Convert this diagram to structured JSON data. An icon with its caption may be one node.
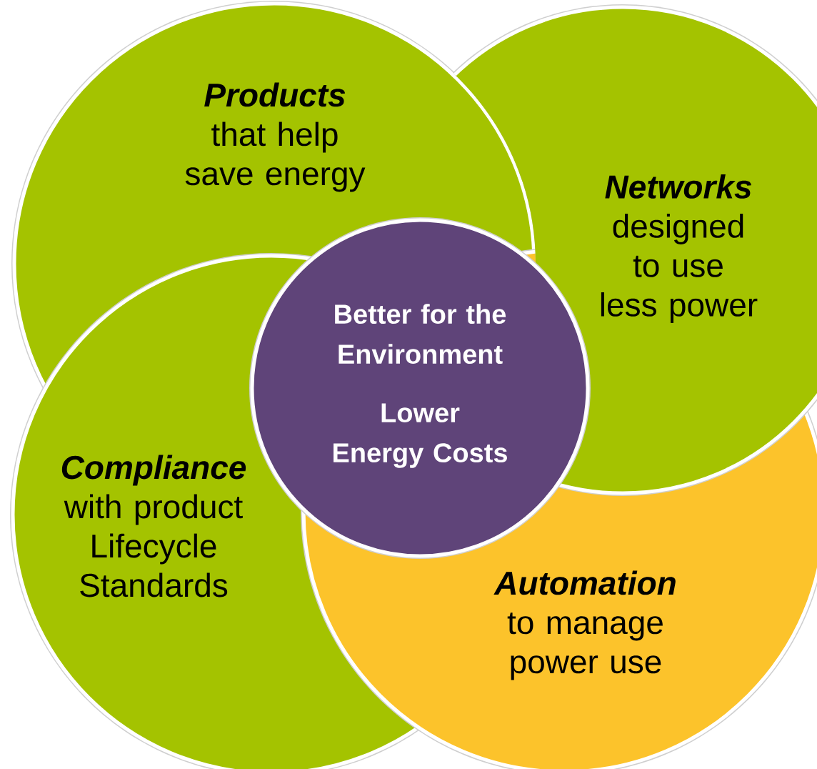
{
  "diagram": {
    "nodes": [
      {
        "text": [
          "Products",
          "that help save energy"
        ]
      },
      {
        "text": [
          "Networks",
          "designed to use less power"
        ]
      },
      {
        "text": [
          "Better for the Environment",
          "Lower Energy Costs"
        ]
      },
      {
        "text": [
          "Compliance",
          "with product Lifecycle Standards"
        ]
      },
      {
        "text": [
          "Automation",
          "to manage power use"
        ]
      }
    ]
  }
}
